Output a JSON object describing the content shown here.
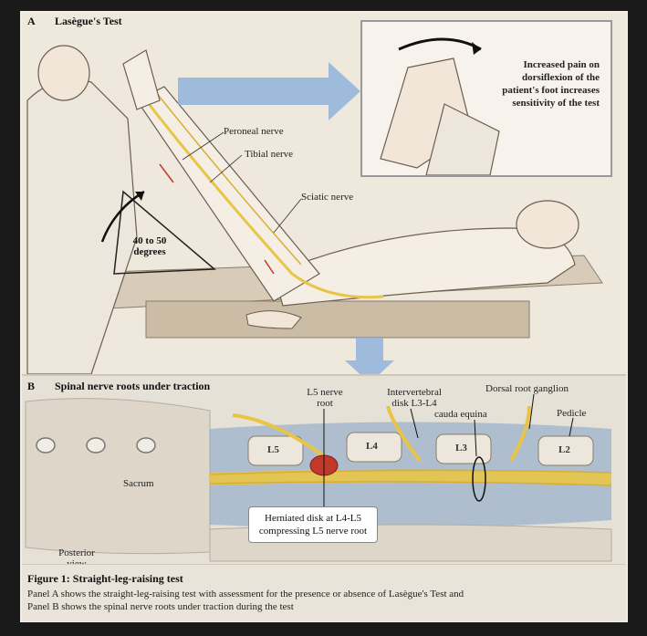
{
  "panel_a": {
    "letter": "A",
    "title": "Lasègue's Test",
    "labels": {
      "peroneal": "Peroneal nerve",
      "tibial": "Tibial nerve",
      "sciatic": "Sciatic nerve",
      "angle_line1": "40 to 50",
      "angle_line2": "degrees"
    },
    "inset_note_lines": [
      "Increased pain on",
      "dorsiflexion of the",
      "patient's foot increases",
      "sensitivity of the test"
    ]
  },
  "panel_b": {
    "letter": "B",
    "title": "Spinal nerve roots under traction",
    "labels": {
      "l5_root_line1": "L5 nerve",
      "l5_root_line2": "root",
      "disk_line1": "Intervertebral",
      "disk_line2": "disk L3-L4",
      "cauda": "cauda equina",
      "drg": "Dorsal root ganglion",
      "pedicle": "Pedicle",
      "sacrum": "Sacrum",
      "posterior_line1": "Posterior",
      "posterior_line2": "view",
      "herniated_line1": "Herniated disk at L4-L5",
      "herniated_line2": "compressing L5 nerve root"
    },
    "vertebrae": [
      "L5",
      "L4",
      "L3",
      "L2"
    ]
  },
  "caption": {
    "title": "Figure 1: Straight-leg-raising test",
    "line1": "Panel A shows the straight-leg-raising test with assessment for the presence or absence of Lasègue's Test and",
    "line2": "Panel B shows the spinal nerve roots under traction during the test"
  },
  "colors": {
    "nerve": "#e8c547",
    "spine_blue": "#7fa3c9",
    "disk_red": "#c0392b",
    "arrow_blue": "#8fb3dc"
  }
}
